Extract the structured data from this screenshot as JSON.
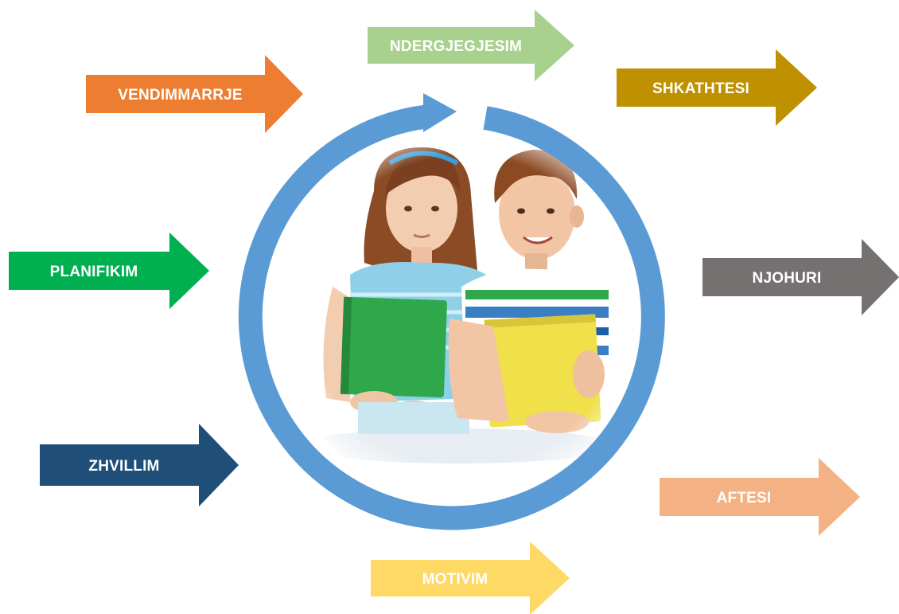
{
  "arrows": [
    {
      "id": "ndergjegjesim",
      "label": "NDERGJEGJESIM",
      "color": "#A9D18E"
    },
    {
      "id": "vendimmarrje",
      "label": "VENDIMMARRJE",
      "color": "#ED7D31"
    },
    {
      "id": "shkathtesi",
      "label": "SHKATHTESI",
      "color": "#BF9000"
    },
    {
      "id": "planifikim",
      "label": "PLANIFIKIM",
      "color": "#00B050"
    },
    {
      "id": "njohuri",
      "label": "NJOHURI",
      "color": "#767171"
    },
    {
      "id": "zhvillim",
      "label": "ZHVILLIM",
      "color": "#1F4E79"
    },
    {
      "id": "aftesi",
      "label": "AFTESI",
      "color": "#F4B183"
    },
    {
      "id": "motivim",
      "label": "MOTIVIM",
      "color": "#FFD966"
    }
  ],
  "cycle": {
    "color": "#5B9BD5",
    "icon": "cycle-arrow-icon"
  },
  "photo": {
    "icon": "students-photo",
    "girl_shirt": "#8fd0e8",
    "boy_shirt": "#3a7fc4",
    "green_book": "#2ea84a",
    "yellow_book": "#f0e04a"
  }
}
